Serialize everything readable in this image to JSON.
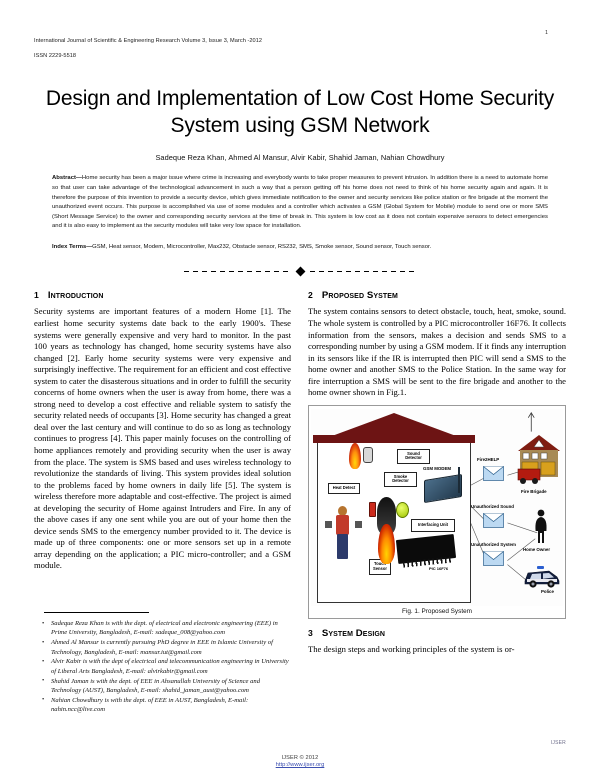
{
  "running_head": {
    "journal_line": "International Journal of Scientific & Engineering Research Volume 3, Issue 3, March -2012",
    "issn": "ISSN 2229-5518",
    "page_number": "1"
  },
  "title": "Design and Implementation of Low Cost Home Security System using GSM Network",
  "authors": "Sadeque Reza Khan, Ahmed Al Mansur, Alvir Kabir, Shahid Jaman, Nahian Chowdhury",
  "abstract": {
    "label": "Abstract—",
    "text": "Home security has been a major issue where crime is increasing and everybody wants to take proper measures to prevent intrusion. In addition there is a need to automate home so that user can take advantage of the technological advancement in such a way that a person getting off his home does not need to think of his home security again and again. It is therefore the purpose of this invention to provide a security device, which gives immediate notification to the owner and security services like police station or fire brigade at the moment the unauthorized event occurs. This purpose is accomplished via use of some modules and a controller which activates a GSM (Global System for Mobile) module to send one or more SMS (Short Message Service) to the owner and corresponding security services at the time of break in. This system is low cost as it does not contain expensive sensors to detect emergencies and it is also easy to implement as the security modules will take very low space for installation."
  },
  "index_terms": {
    "label": "Index Terms—",
    "text": "GSM, Heat sensor, Modem, Microcontroller, Max232, Obstacle sensor, RS232, SMS, Smoke sensor, Sound sensor, Touch sensor."
  },
  "sections": [
    {
      "number": "1",
      "heading": "Introduction",
      "body": "Security systems are important features of a modern Home [1]. The earliest home security systems date back to the early 1900's. These systems were generally expensive and very hard to monitor. In the past 100 years as technology has changed, home security systems have also changed [2]. Early home security systems were very expensive and surprisingly ineffective. The requirement for an efficient and cost effective system to cater the disasterous situations and in order to fulfill the security concerns of home owners when the user is away from home, there was a strong need to develop a cost effective and reliable system to satisfy the security related needs of occupants [3]. Home security has changed a great deal over the last century and will continue to do so as long as technology continues to progress [4]. This paper mainly focuses on the controlling of home appliances remotely and providing security when the user is away from the place. The system is SMS based and uses wireless technology to revolutionize the standards of living. This system provides ideal solution to the problems faced by home owners in daily life [5]. The system is wireless therefore more adaptable and cost-effective. The project is aimed at developing the security of Home against Intruders and Fire. In any of the above cases if any one sent while you are out of your home then the device sends SMS to the emergency number provided to it. The device is made up of three components: one or more sensors set up in a remote array depending on the application; a PIC micro-controller; and a GSM module."
    },
    {
      "number": "2",
      "heading": "Proposed System",
      "body": "The system contains sensors to detect obstacle, touch, heat, smoke, sound. The whole system is controlled by a PIC microcontroller 16F76. It collects information from the sensors, makes a decision and sends SMS to a corresponding number by using a GSM modem. If it finds any interruption in its sensors like if the IR is interrupted then PIC will send a SMS to the home owner and another SMS to the Police Station. In the same way for fire interruption a SMS will be sent to the fire brigade and another to the home owner shown in Fig.1."
    },
    {
      "number": "3",
      "heading": "System Design",
      "body": "The design steps and working principles of the system is or-"
    }
  ],
  "figure": {
    "caption": "Fig. 1. Proposed System",
    "labels": {
      "sound_detector": "Sound Detector",
      "smoke_detector": "Smoke Detector",
      "heat_detect": "Heat Detect",
      "interfacing_unit": "Interfacing Unit",
      "gsm_modem": "GSM MODEM",
      "touch_sensor": "Touch Sensor",
      "pic": "PIC 16F76",
      "fire_help": "Fire2HELP",
      "unauthorized_sound": "Unauthorized Sound",
      "unauthorized_system": "Unauthorized System",
      "fire_brigade": "Fire Brigade",
      "home_owner": "Home Owner",
      "police": "Police"
    }
  },
  "footnotes": [
    "Sadeque Reza Khan is with the dept. of electrical and electronic engineering (EEE) in Prime University, Bangladesh, E-mail: sadeque_008@yahoo.com",
    "Ahmed Al Mansur  is currently pursuing PhD degree in EEE in Islamic University of Technology, Bangladesh, E-mail: mansur.iut@gmail.com",
    "Alvir Kabir is with the dept of electrical and telecommunication engineering in University of Liberal Arts Bangladesh, E-mail: alvirkabir@gmail.com",
    "Shahid Jaman  is with the dept. of EEE in Ahsanullah University of Science and Technology (AUST), Bangladesh, E-mail: shahid_jaman_aust@yahoo.com",
    "Nahian Chowdhury is with the dept. of EEE in AUST, Bangladesh, E-mail: nahin.ncc@live.com"
  ],
  "footer": {
    "copyright": "IJSER © 2012",
    "url": "http://www.ijser.org",
    "corner_mark": "IJSER"
  }
}
